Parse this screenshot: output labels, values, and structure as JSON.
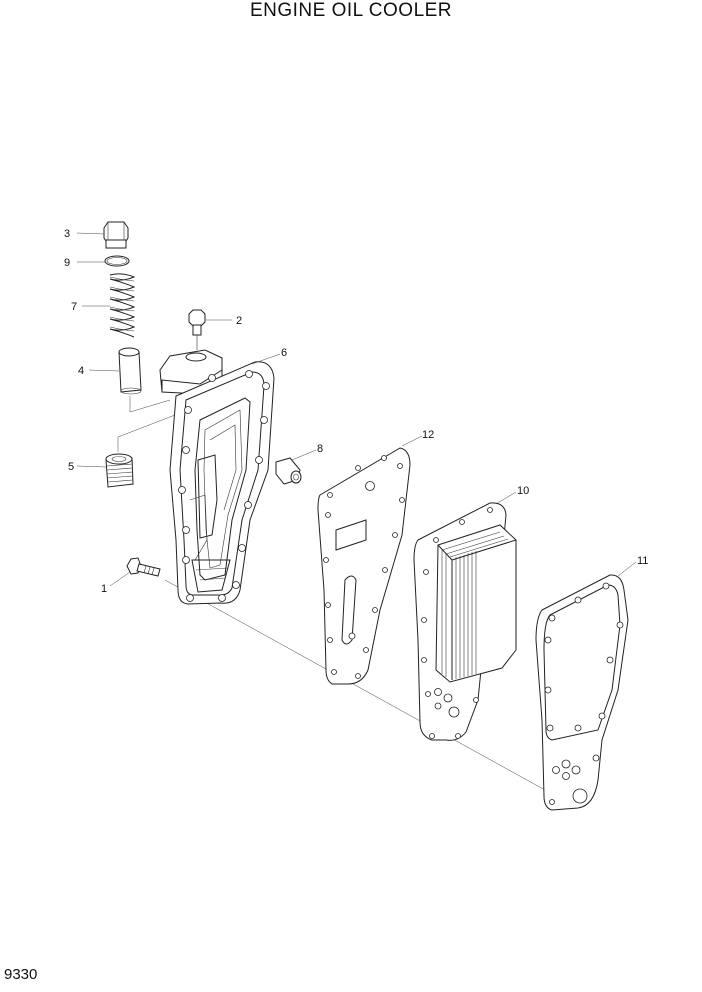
{
  "title": "ENGINE OIL COOLER",
  "page_code": "9330",
  "callouts": {
    "c1": "1",
    "c2": "2",
    "c3": "3",
    "c4": "4",
    "c5": "5",
    "c6": "6",
    "c7": "7",
    "c8": "8",
    "c9": "9",
    "c10": "10",
    "c11": "11",
    "c12": "12"
  }
}
